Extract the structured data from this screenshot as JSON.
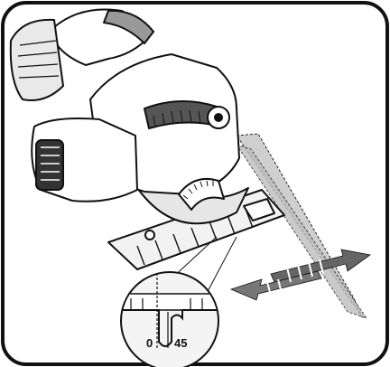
{
  "illustration": {
    "subject": "circular-saw-bevel-guide",
    "colors": {
      "stroke": "#111111",
      "fill_light": "#ffffff",
      "fill_grey": "#d9d9d9",
      "beam": "#cfcfcf"
    }
  },
  "magnifier": {
    "label_left": "0",
    "label_right": "45"
  }
}
